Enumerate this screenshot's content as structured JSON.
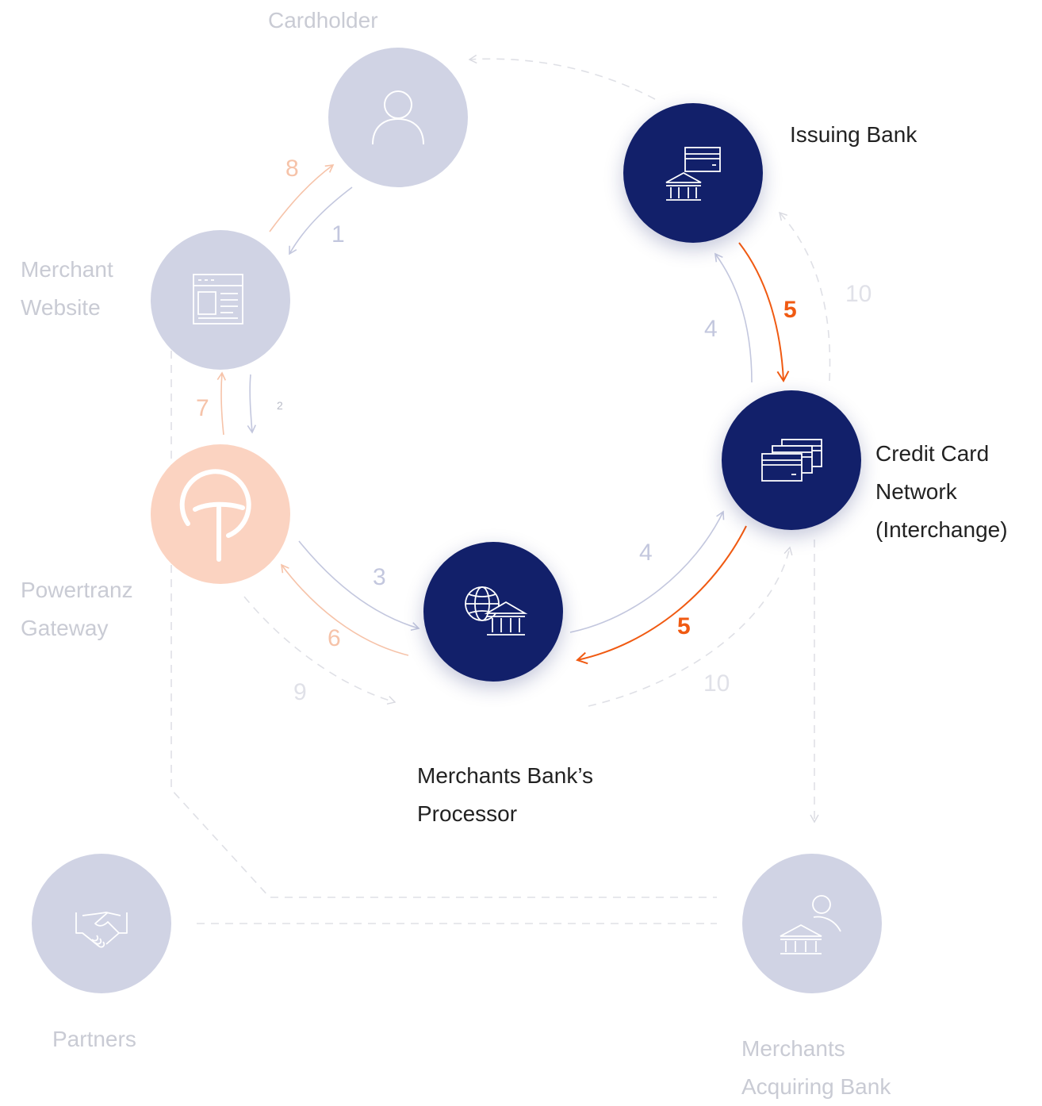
{
  "nodes": {
    "cardholder": {
      "label": [
        "Cardholder"
      ],
      "icon": "user-icon"
    },
    "issuing_bank": {
      "label": [
        "Issuing Bank"
      ],
      "icon": "bank-card-icon"
    },
    "merchant_website": {
      "label": [
        "Merchant",
        "Website"
      ],
      "icon": "web-page-icon"
    },
    "credit_card_network": {
      "label": [
        "Credit Card",
        "Network",
        "(Interchange)"
      ],
      "icon": "stacked-cards-icon"
    },
    "powertranz_gateway": {
      "label": [
        "Powertranz",
        "Gateway"
      ],
      "icon": "powertranz-logo-icon"
    },
    "merchants_bank_processor": {
      "label": [
        "Merchants Bank’s",
        "Processor"
      ],
      "icon": "globe-bank-icon"
    },
    "partners": {
      "label": [
        "Partners"
      ],
      "icon": "handshake-icon"
    },
    "merchants_acquiring_bank": {
      "label": [
        "Merchants",
        "Acquiring Bank"
      ],
      "icon": "bank-person-icon"
    }
  },
  "steps": {
    "s1": "1",
    "s2": "2",
    "s3": "3",
    "s4a": "4",
    "s4b": "4",
    "s5a": "5",
    "s5b": "5",
    "s6": "6",
    "s7": "7",
    "s8": "8",
    "s9": "9",
    "s10a": "10",
    "s10b": "10"
  },
  "colors": {
    "active_node": "#12206a",
    "muted_node": "#d0d3e4",
    "gateway_node": "#fbd3c1",
    "highlight_arrow": "#f05a12",
    "peach_arrow": "#f6c3a9",
    "grey_arrow": "#c3c7de",
    "dashed_line": "#dfe0e6"
  }
}
